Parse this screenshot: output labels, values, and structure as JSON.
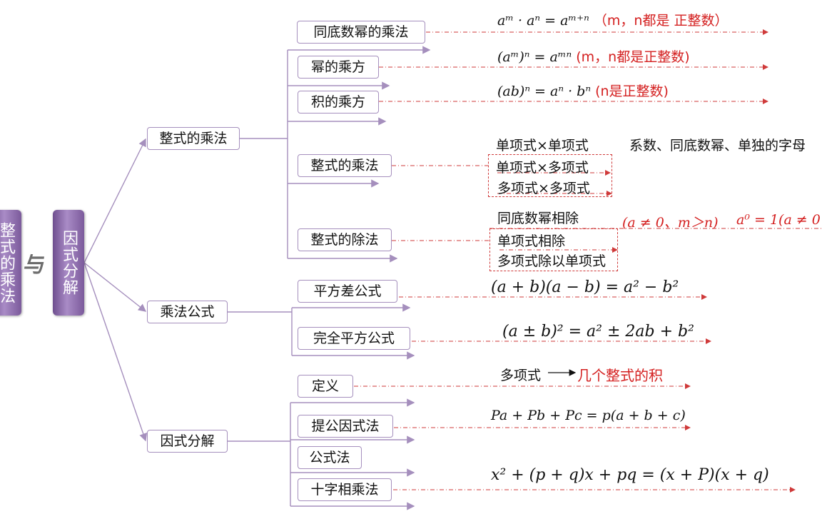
{
  "root": {
    "left_title": "整式的乘法",
    "connector": "与",
    "right_title": "因式分解"
  },
  "branches": [
    {
      "label": "整式的乘法",
      "children": [
        "同底数幂的乘法",
        "幂的乘方",
        "积的乘方",
        "整式的乘法",
        "整式的除法"
      ]
    },
    {
      "label": "乘法公式",
      "children": [
        "平方差公式",
        "完全平方公式"
      ]
    },
    {
      "label": "因式分解",
      "children": [
        "定义",
        "提公因式法",
        "公式法",
        "十字相乘法"
      ]
    }
  ],
  "formulas": {
    "power_product": {
      "math": "aᵐ · aⁿ = aᵐ⁺ⁿ",
      "note": "（m，n都是 正整数）"
    },
    "power_of_power": {
      "math": "(aᵐ)ⁿ = aᵐⁿ",
      "note": "(m，n都是正整数)"
    },
    "power_of_product": {
      "math": "(ab)ⁿ = aⁿ · bⁿ",
      "note": "(n是正整数)"
    },
    "mult_types": [
      "单项式×单项式",
      "单项式×多项式",
      "多项式×多项式"
    ],
    "mult_note": "系数、同底数幂、单独的字母",
    "div_types": [
      "同底数幂相除",
      "单项式相除",
      "多项式除以单项式"
    ],
    "div_condition": "(a ≠ 0、m＞n)",
    "div_zero_power": "a⁰ = 1(a ≠ 0",
    "square_difference": "(a + b)(a − b) = a² − b²",
    "perfect_square": "(a ± b)² = a² ± 2ab + b²",
    "definition_from": "多项式",
    "definition_to": "几个整式的积",
    "common_factor": "Pa + Pb + Pc = p(a + b + c)",
    "cross_method": "x² + (p + q)x + pq = (x + P)(x + q)"
  },
  "colors": {
    "branch_line": "#a58fbd",
    "arrow": "#cf3a3a",
    "root_fill": "#8a6aaa",
    "highlight": "#d42020"
  }
}
